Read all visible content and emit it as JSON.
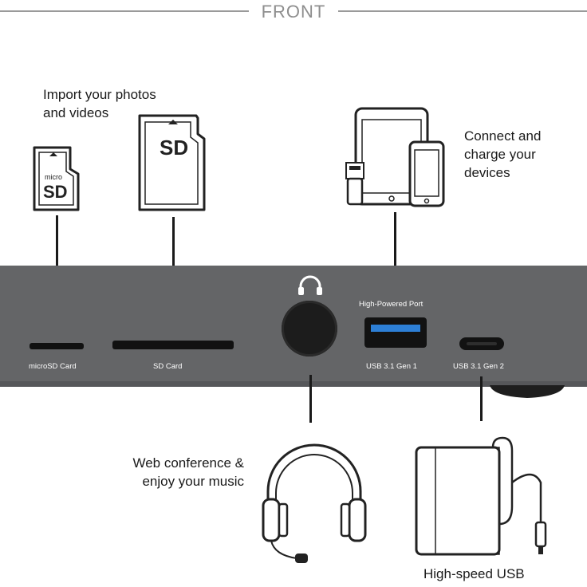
{
  "header": {
    "title": "FRONT"
  },
  "captions": {
    "import_line1": "Import your photos",
    "import_line2": "and videos",
    "connect_line1": "Connect and",
    "connect_line2": "charge your",
    "connect_line3": "devices",
    "web_line1": "Web conference &",
    "web_line2": "enjoy your music",
    "highspeed": "High-speed USB"
  },
  "cards": {
    "microsd_small": "micro",
    "microsd_big": "SD",
    "sd_big": "SD"
  },
  "ports": {
    "microsd_label": "microSD Card",
    "sd_label": "SD Card",
    "high_powered_label": "High-Powered Port",
    "usb_a_label": "USB 3.1 Gen 1",
    "usb_c_label": "USB 3.1 Gen 2"
  },
  "colors": {
    "dock": "#646567",
    "line": "#1a1a1a",
    "usb_blue": "#2d7fd6"
  }
}
